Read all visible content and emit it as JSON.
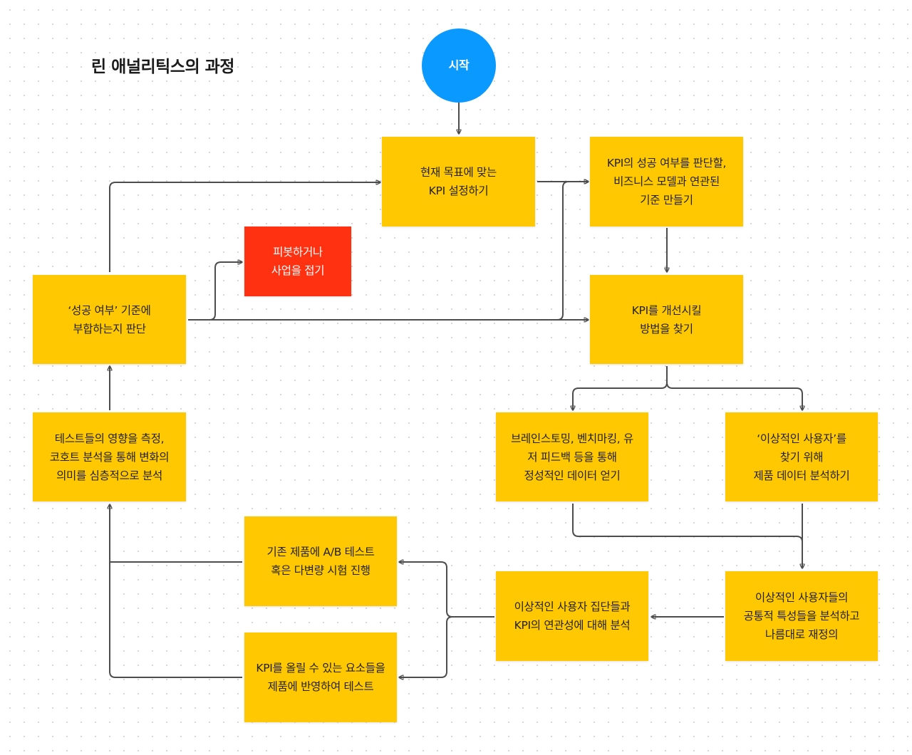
{
  "title": "린 애널리틱스의 과정",
  "nodes": {
    "start": "시작",
    "set_kpi": "현재 목표에 맞는\nKPI 설정하기",
    "criteria": "KPI의 성공 여부를 판단할,\n비즈니스 모델과 연관된\n기준 만들기",
    "improve": "KPI를 개선시킬\n방법을 찾기",
    "judge": "‘성공 여부’ 기준에\n부합하는지 판단",
    "pivot": "피봇하거나\n사업을 접기",
    "qualitative": "브레인스토밍, 벤치마킹, 유\n저 피드백 등을 통해\n정성적인 데이터 얻기",
    "ideal_user_analysis": "‘이상적인 사용자’를\n찾기 위해\n제품 데이터 분석하기",
    "measure": "테스트들의 영향을 측정,\n코호트 분석을 통해 변화의\n의미를 심층적으로 분석",
    "ab_test": "기존 제품에 A/B 테스트\n혹은 다변량 시험 진행",
    "relation": "이상적인 사용자 집단들과\nKPI의 연관성에 대해 분석",
    "redefine": "이상적인 사용자들의\n공통적 특성들을 분석하고\n나름대로 재정의",
    "apply_test": "KPI를 올릴 수 있는 요소들을\n제품에 반영하여 테스트"
  },
  "colors": {
    "process": "#ffc800",
    "terminate": "#ff3111",
    "start": "#0a99ff",
    "edge": "#4d4d4d"
  }
}
